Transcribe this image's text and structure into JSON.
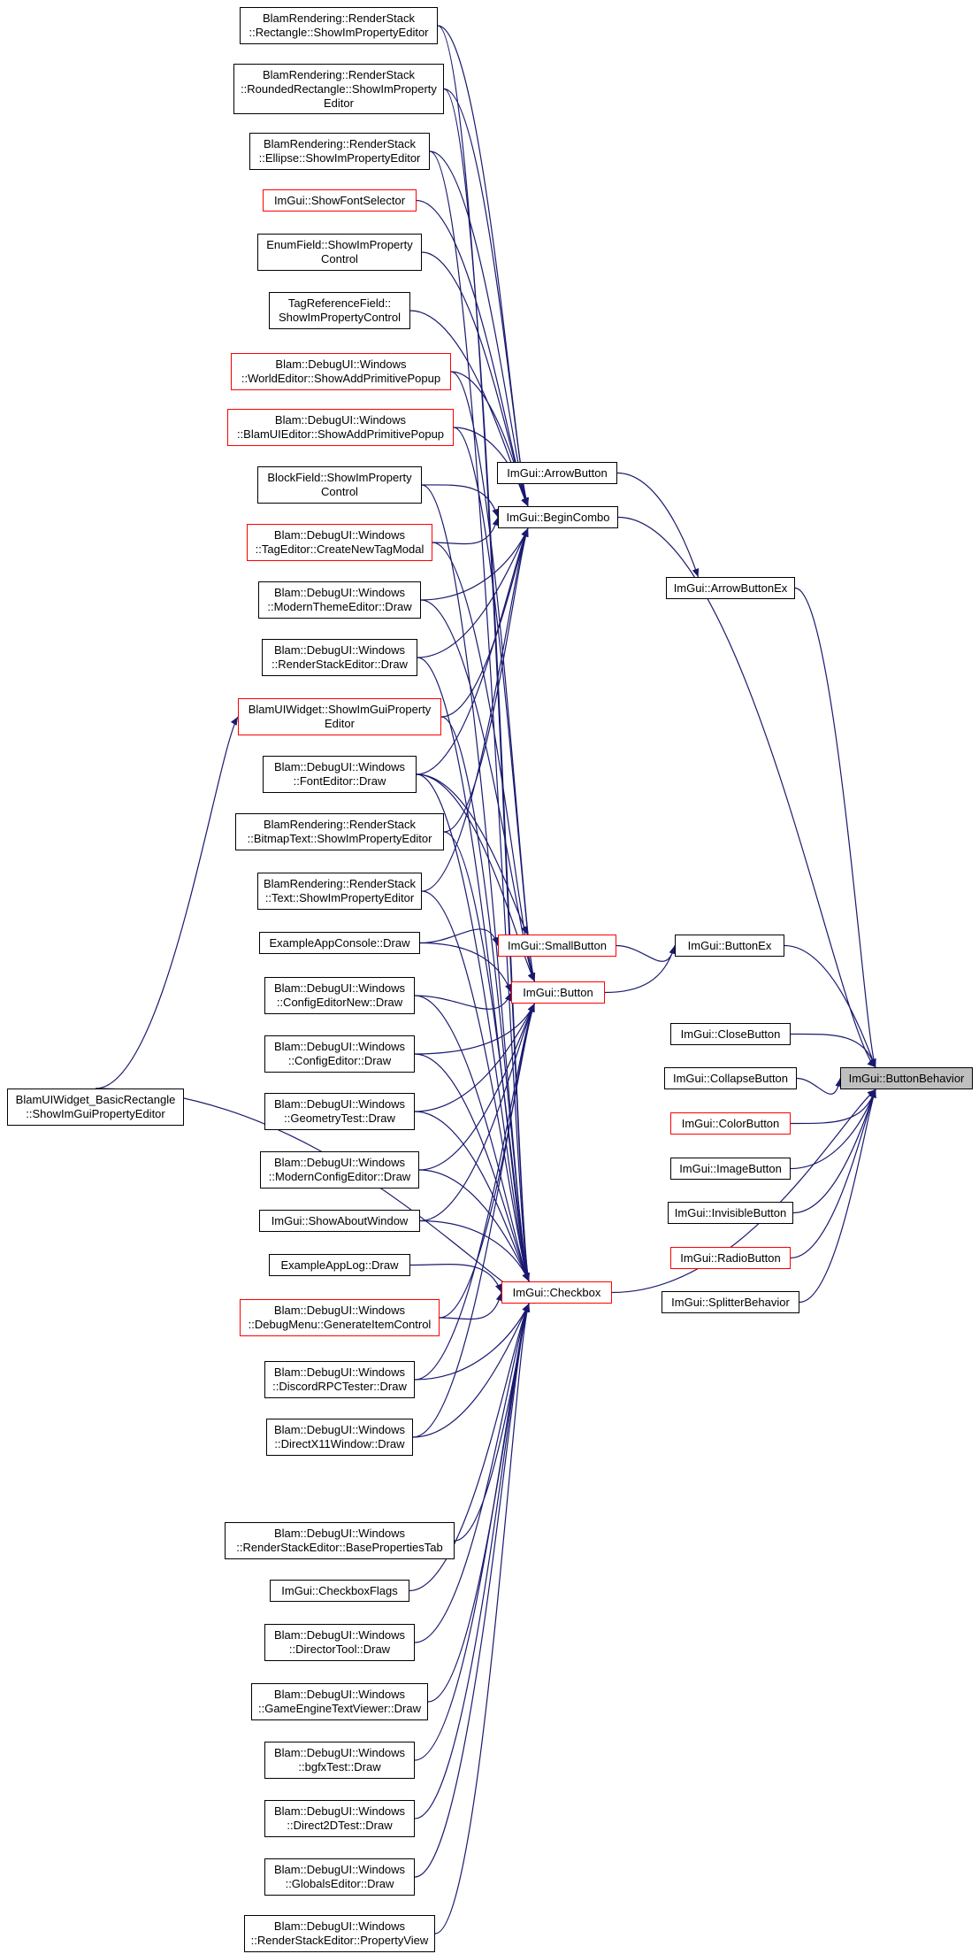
{
  "colors": {
    "edge": "#191970",
    "node_border": "#000000",
    "node_border_red": "#ff0000",
    "focus_fill": "#bfbfbf"
  },
  "focus": {
    "id": "bb",
    "label": "ImGui::ButtonBehavior"
  },
  "nodes": [
    {
      "id": "rect",
      "label": "BlamRendering::RenderStack\n::Rectangle::ShowImPropertyEditor",
      "red": false
    },
    {
      "id": "rrect",
      "label": "BlamRendering::RenderStack\n::RoundedRectangle::ShowImProperty\nEditor",
      "red": false
    },
    {
      "id": "ellipse",
      "label": "BlamRendering::RenderStack\n::Ellipse::ShowImPropertyEditor",
      "red": false
    },
    {
      "id": "fontsel",
      "label": "ImGui::ShowFontSelector",
      "red": true
    },
    {
      "id": "enumf",
      "label": "EnumField::ShowImProperty\nControl",
      "red": false
    },
    {
      "id": "tagref",
      "label": "TagReferenceField::\nShowImPropertyControl",
      "red": false
    },
    {
      "id": "worldaddprim",
      "label": "Blam::DebugUI::Windows\n::WorldEditor::ShowAddPrimitivePopup",
      "red": true
    },
    {
      "id": "blamuiaddprim",
      "label": "Blam::DebugUI::Windows\n::BlamUIEditor::ShowAddPrimitivePopup",
      "red": true
    },
    {
      "id": "blockf",
      "label": "BlockField::ShowImProperty\nControl",
      "red": false
    },
    {
      "id": "tagmodal",
      "label": "Blam::DebugUI::Windows\n::TagEditor::CreateNewTagModal",
      "red": true
    },
    {
      "id": "modtheme",
      "label": "Blam::DebugUI::Windows\n::ModernThemeEditor::Draw",
      "red": false
    },
    {
      "id": "rsedit",
      "label": "Blam::DebugUI::Windows\n::RenderStackEditor::Draw",
      "red": false
    },
    {
      "id": "uiwidget",
      "label": "BlamUIWidget::ShowImGuiProperty\nEditor",
      "red": true
    },
    {
      "id": "fontedit",
      "label": "Blam::DebugUI::Windows\n::FontEditor::Draw",
      "red": false
    },
    {
      "id": "bmptext",
      "label": "BlamRendering::RenderStack\n::BitmapText::ShowImPropertyEditor",
      "red": false
    },
    {
      "id": "textprop",
      "label": "BlamRendering::RenderStack\n::Text::ShowImPropertyEditor",
      "red": false
    },
    {
      "id": "appconsole",
      "label": "ExampleAppConsole::Draw",
      "red": false
    },
    {
      "id": "cfgnew",
      "label": "Blam::DebugUI::Windows\n::ConfigEditorNew::Draw",
      "red": false
    },
    {
      "id": "cfg",
      "label": "Blam::DebugUI::Windows\n::ConfigEditor::Draw",
      "red": false
    },
    {
      "id": "geom",
      "label": "Blam::DebugUI::Windows\n::GeometryTest::Draw",
      "red": false
    },
    {
      "id": "modcfg",
      "label": "Blam::DebugUI::Windows\n::ModernConfigEditor::Draw",
      "red": false
    },
    {
      "id": "about",
      "label": "ImGui::ShowAboutWindow",
      "red": false
    },
    {
      "id": "applog",
      "label": "ExampleAppLog::Draw",
      "red": false
    },
    {
      "id": "debugmenu",
      "label": "Blam::DebugUI::Windows\n::DebugMenu::GenerateItemControl",
      "red": true
    },
    {
      "id": "discord",
      "label": "Blam::DebugUI::Windows\n::DiscordRPCTester::Draw",
      "red": false
    },
    {
      "id": "dx11",
      "label": "Blam::DebugUI::Windows\n::DirectX11Window::Draw",
      "red": false
    },
    {
      "id": "rsbase",
      "label": "Blam::DebugUI::Windows\n::RenderStackEditor::BasePropertiesTab",
      "red": false
    },
    {
      "id": "cbflags",
      "label": "ImGui::CheckboxFlags",
      "red": false
    },
    {
      "id": "director",
      "label": "Blam::DebugUI::Windows\n::DirectorTool::Draw",
      "red": false
    },
    {
      "id": "gametext",
      "label": "Blam::DebugUI::Windows\n::GameEngineTextViewer::Draw",
      "red": false
    },
    {
      "id": "bgfx",
      "label": "Blam::DebugUI::Windows\n::bgfxTest::Draw",
      "red": false
    },
    {
      "id": "d2d",
      "label": "Blam::DebugUI::Windows\n::Direct2DTest::Draw",
      "red": false
    },
    {
      "id": "globals",
      "label": "Blam::DebugUI::Windows\n::GlobalsEditor::Draw",
      "red": false
    },
    {
      "id": "propview",
      "label": "Blam::DebugUI::Windows\n::RenderStackEditor::PropertyView",
      "red": false
    },
    {
      "id": "basicrect",
      "label": "BlamUIWidget_BasicRectangle\n::ShowImGuiPropertyEditor",
      "red": false
    },
    {
      "id": "arrowbtn",
      "label": "ImGui::ArrowButton",
      "red": false
    },
    {
      "id": "begincombo",
      "label": "ImGui::BeginCombo",
      "red": false
    },
    {
      "id": "smallbtn",
      "label": "ImGui::SmallButton",
      "red": true
    },
    {
      "id": "button",
      "label": "ImGui::Button",
      "red": true
    },
    {
      "id": "checkbox",
      "label": "ImGui::Checkbox",
      "red": true
    },
    {
      "id": "arrowex",
      "label": "ImGui::ArrowButtonEx",
      "red": false
    },
    {
      "id": "buttonex",
      "label": "ImGui::ButtonEx",
      "red": false
    },
    {
      "id": "closebtn",
      "label": "ImGui::CloseButton",
      "red": false
    },
    {
      "id": "collapse",
      "label": "ImGui::CollapseButton",
      "red": false
    },
    {
      "id": "colorbtn",
      "label": "ImGui::ColorButton",
      "red": true
    },
    {
      "id": "imagebtn",
      "label": "ImGui::ImageButton",
      "red": false
    },
    {
      "id": "invisbtn",
      "label": "ImGui::InvisibleButton",
      "red": false
    },
    {
      "id": "radiobtn",
      "label": "ImGui::RadioButton",
      "red": true
    },
    {
      "id": "splitter",
      "label": "ImGui::SplitterBehavior",
      "red": false
    }
  ],
  "edges": [
    [
      "arrowbtn",
      "arrowex"
    ],
    [
      "arrowex",
      "bb"
    ],
    [
      "begincombo",
      "bb"
    ],
    [
      "smallbtn",
      "buttonex"
    ],
    [
      "button",
      "buttonex"
    ],
    [
      "buttonex",
      "bb"
    ],
    [
      "checkbox",
      "bb"
    ],
    [
      "closebtn",
      "bb"
    ],
    [
      "collapse",
      "bb"
    ],
    [
      "colorbtn",
      "bb"
    ],
    [
      "imagebtn",
      "bb"
    ],
    [
      "invisbtn",
      "bb"
    ],
    [
      "radiobtn",
      "bb"
    ],
    [
      "splitter",
      "bb"
    ],
    [
      "rect",
      "begincombo"
    ],
    [
      "rrect",
      "begincombo"
    ],
    [
      "ellipse",
      "begincombo"
    ],
    [
      "fontsel",
      "begincombo"
    ],
    [
      "enumf",
      "begincombo"
    ],
    [
      "tagref",
      "begincombo"
    ],
    [
      "worldaddprim",
      "begincombo"
    ],
    [
      "blamuiaddprim",
      "begincombo"
    ],
    [
      "blockf",
      "begincombo"
    ],
    [
      "tagmodal",
      "begincombo"
    ],
    [
      "modtheme",
      "begincombo"
    ],
    [
      "rsedit",
      "begincombo"
    ],
    [
      "uiwidget",
      "begincombo"
    ],
    [
      "fontedit",
      "begincombo"
    ],
    [
      "bmptext",
      "begincombo"
    ],
    [
      "textprop",
      "begincombo"
    ],
    [
      "appconsole",
      "smallbtn"
    ],
    [
      "appconsole",
      "button"
    ],
    [
      "fontedit",
      "smallbtn"
    ],
    [
      "fontedit",
      "button"
    ],
    [
      "worldaddprim",
      "button"
    ],
    [
      "blamuiaddprim",
      "button"
    ],
    [
      "tagmodal",
      "button"
    ],
    [
      "modtheme",
      "button"
    ],
    [
      "cfgnew",
      "button"
    ],
    [
      "cfg",
      "button"
    ],
    [
      "geom",
      "button"
    ],
    [
      "modcfg",
      "button"
    ],
    [
      "about",
      "button"
    ],
    [
      "debugmenu",
      "button"
    ],
    [
      "discord",
      "button"
    ],
    [
      "dx11",
      "button"
    ],
    [
      "rect",
      "checkbox"
    ],
    [
      "rrect",
      "checkbox"
    ],
    [
      "ellipse",
      "checkbox"
    ],
    [
      "blockf",
      "checkbox"
    ],
    [
      "rsedit",
      "checkbox"
    ],
    [
      "bmptext",
      "checkbox"
    ],
    [
      "textprop",
      "checkbox"
    ],
    [
      "cfgnew",
      "checkbox"
    ],
    [
      "cfg",
      "checkbox"
    ],
    [
      "geom",
      "checkbox"
    ],
    [
      "modcfg",
      "checkbox"
    ],
    [
      "about",
      "checkbox"
    ],
    [
      "applog",
      "checkbox"
    ],
    [
      "debugmenu",
      "checkbox"
    ],
    [
      "discord",
      "checkbox"
    ],
    [
      "dx11",
      "checkbox"
    ],
    [
      "rsbase",
      "checkbox"
    ],
    [
      "cbflags",
      "checkbox"
    ],
    [
      "director",
      "checkbox"
    ],
    [
      "gametext",
      "checkbox"
    ],
    [
      "bgfx",
      "checkbox"
    ],
    [
      "d2d",
      "checkbox"
    ],
    [
      "globals",
      "checkbox"
    ],
    [
      "propview",
      "checkbox"
    ],
    [
      "basicrect",
      "uiwidget"
    ],
    [
      "basicrect",
      "checkbox"
    ],
    [
      "uiwidget",
      "checkbox"
    ],
    [
      "fontedit",
      "checkbox"
    ]
  ]
}
